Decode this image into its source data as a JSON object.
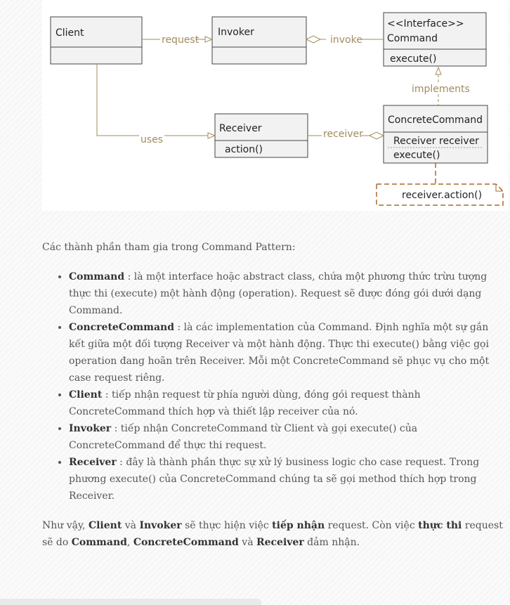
{
  "diagram": {
    "client": "Client",
    "invoker": "Invoker",
    "command_stereotype": "<<Interface>>",
    "command_name": "Command",
    "command_method": "execute()",
    "receiver": "Receiver",
    "receiver_method": "action()",
    "concrete_name": "ConcreteCommand",
    "concrete_field": "Receiver receiver",
    "concrete_method": "execute()",
    "note": "receiver.action()",
    "label_request": "request",
    "label_invoke": "invoke",
    "label_implements": "implements",
    "label_uses": "uses",
    "label_receiver": "receiver",
    "colors": {
      "box_fill": "#f2f2f2",
      "box_stroke": "#444444",
      "link": "#a08c5a",
      "note_stroke": "#a56a2a"
    }
  },
  "intro": "Các thành phần tham gia trong Command Pattern:",
  "roles": [
    {
      "term": "Command",
      "desc": " : là một interface hoặc abstract class, chứa một phương thức trừu tượng thực thi (execute) một hành động (operation). Request sẽ được đóng gói dưới dạng Command."
    },
    {
      "term": "ConcreteCommand",
      "desc": " : là các implementation của Command. Định nghĩa một sự gắn kết giữa một đối tượng Receiver và một hành động. Thực thi execute() bằng việc gọi operation đang hoãn trên Receiver. Mỗi một ConcreteCommand sẽ phục vụ cho một case request riêng."
    },
    {
      "term": "Client",
      "desc": " : tiếp nhận request từ phía người dùng, đóng gói request thành ConcreteCommand thích hợp và thiết lập receiver của nó."
    },
    {
      "term": "Invoker",
      "desc": " : tiếp nhận ConcreteCommand từ Client và gọi execute() của ConcreteCommand để thực thi request."
    },
    {
      "term": "Receiver",
      "desc": " : đây là thành phần thực sự xử lý business logic cho case request. Trong phương execute() của ConcreteCommand chúng ta sẽ gọi method thích hợp trong Receiver."
    }
  ],
  "summary": {
    "t1": "Như vậy, ",
    "b1": "Client",
    "t2": " và ",
    "b2": "Invoker",
    "t3": " sẽ thực hiện việc ",
    "b3": "tiếp nhận",
    "t4": " request. Còn việc ",
    "b4": "thực thi",
    "t5": " request sẽ do ",
    "b5": "Command",
    "t6": ", ",
    "b6": "ConcreteCommand",
    "t7": " và ",
    "b7": "Receiver",
    "t8": " đảm nhận."
  }
}
